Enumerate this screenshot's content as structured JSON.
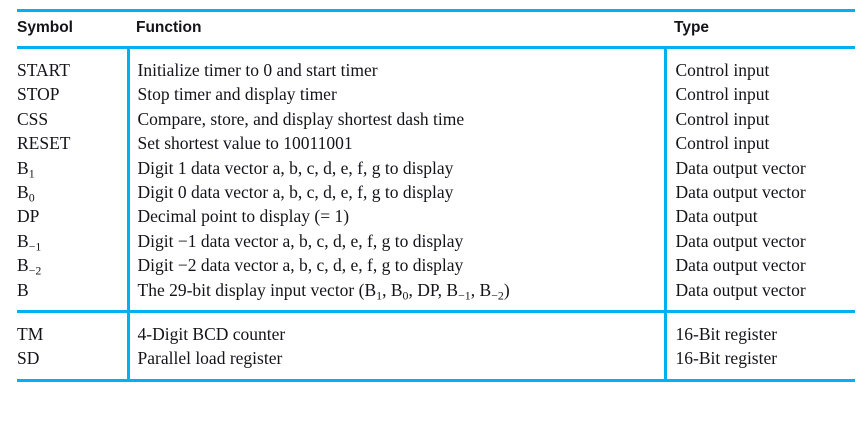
{
  "table": {
    "accent_color": "#00b0f0",
    "text_color": "#14131a",
    "headers": {
      "symbol": "Symbol",
      "function": "Function",
      "type": "Type"
    },
    "section_1": [
      {
        "symbol": "START",
        "symbol_sub": "",
        "function": "Initialize timer to 0 and start timer",
        "type": "Control input"
      },
      {
        "symbol": "STOP",
        "symbol_sub": "",
        "function": "Stop timer and display timer",
        "type": "Control input"
      },
      {
        "symbol": "CSS",
        "symbol_sub": "",
        "function": "Compare, store, and display shortest dash time",
        "type": "Control input"
      },
      {
        "symbol": "RESET",
        "symbol_sub": "",
        "function": "Set shortest value to 10011001",
        "type": "Control input"
      },
      {
        "symbol": "B",
        "symbol_sub": "1",
        "function": "Digit 1 data vector a, b, c, d, e, f, g to display",
        "type": "Data output vector"
      },
      {
        "symbol": "B",
        "symbol_sub": "0",
        "function": "Digit 0 data vector a, b, c, d, e, f, g to display",
        "type": "Data output vector"
      },
      {
        "symbol": "DP",
        "symbol_sub": "",
        "function": "Decimal point to display (= 1)",
        "type": "Data output"
      },
      {
        "symbol": "B",
        "symbol_sub": "−1",
        "function": "Digit −1 data vector a, b, c, d, e, f, g to display",
        "type": "Data output vector"
      },
      {
        "symbol": "B",
        "symbol_sub": "−2",
        "function": "Digit −2 data vector a, b, c, d, e, f, g to display",
        "type": "Data output vector"
      },
      {
        "symbol": "B",
        "symbol_sub": "",
        "function_rich": true,
        "function_parts": [
          {
            "text": "The 29-bit display input vector (B",
            "sub": "1"
          },
          {
            "text": ", B",
            "sub": "0"
          },
          {
            "text": ", DP, B",
            "sub": "−1"
          },
          {
            "text": ", B",
            "sub": "−2"
          },
          {
            "text": ")",
            "sub": ""
          }
        ],
        "function": "The 29-bit display input vector (B1, B0, DP, B−1, B−2)",
        "type": "Data output vector"
      }
    ],
    "section_2": [
      {
        "symbol": "TM",
        "symbol_sub": "",
        "function": "4-Digit BCD counter",
        "type": "16-Bit register"
      },
      {
        "symbol": "SD",
        "symbol_sub": "",
        "function": "Parallel load register",
        "type": "16-Bit register"
      }
    ]
  }
}
